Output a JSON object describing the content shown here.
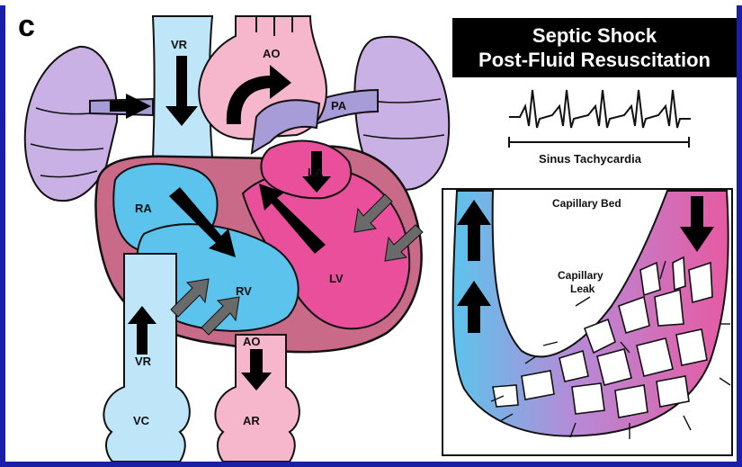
{
  "panel_letter": "c",
  "title": {
    "line1": "Septic Shock",
    "line2": "Post-Fluid Resuscitation"
  },
  "ecg": {
    "label": "Sinus Tachycardia"
  },
  "labels": {
    "vr_top": "VR",
    "ao_top": "AO",
    "pa": "PA",
    "la": "LA",
    "ra": "RA",
    "rv": "RV",
    "lv": "LV",
    "vr_bottom": "VR",
    "ao_bottom": "AO",
    "vc": "VC",
    "ar": "AR"
  },
  "capillary": {
    "title": "Capillary Bed",
    "leak_line1": "Capillary",
    "leak_line2": "Leak"
  },
  "colors": {
    "frame": "#1a1fa8",
    "venous_light": "#bfe6f8",
    "venous": "#5cc4ec",
    "arterial_light": "#f6b6cc",
    "arterial": "#e94f9b",
    "lung": "#c9b1e6",
    "pericardium": "#c86a88",
    "pa": "#a79bd8",
    "gray_arrow": "#6a6a6a"
  }
}
